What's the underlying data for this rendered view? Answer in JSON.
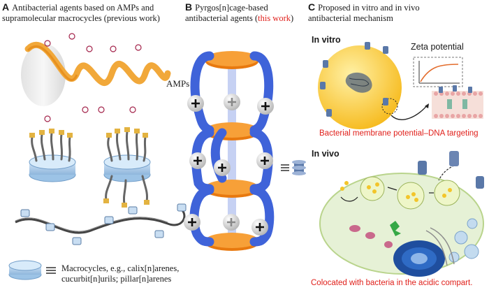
{
  "panel_a": {
    "letter": "A",
    "title_line1": "Antibacterial agents based on AMPs and",
    "title_line2": "supramolecular macrocycles (previous work)",
    "amps_label": "AMPs",
    "legend_line1": "Macrocycles, e.g., calix[n]arenes,",
    "legend_line2": "cucurbit[n]urils; pillar[n]arenes"
  },
  "panel_b": {
    "letter": "B",
    "title_line1_pre": "Pyrgos[n]cage-based",
    "title_line2_pre": "antibacterial agents (",
    "title_highlight": "this work",
    "title_line2_post": ")"
  },
  "panel_c": {
    "letter": "C",
    "title_line1": "Proposed in vitro and in vivo",
    "title_line2": "antibacterial mechanism",
    "in_vitro_label": "In vitro",
    "zeta_label": "Zeta potential",
    "vitro_caption": "Bacterial membrane potential–DNA targeting",
    "in_vivo_label": "In vivo",
    "vivo_caption": "Colocated with bacteria in the acidic compart."
  },
  "colors": {
    "accent_red": "#e0201b",
    "cage_blue": "#3f63d9",
    "cage_orange": "#f08a1e",
    "bacterium_yellow": "#f6c21c",
    "cell_green": "#e2efcf"
  }
}
